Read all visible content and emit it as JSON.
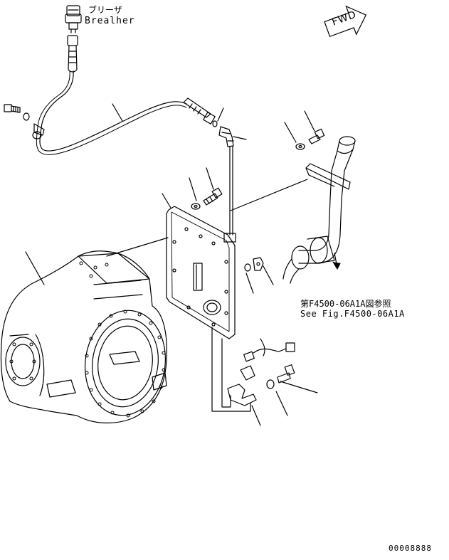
{
  "breather": {
    "label_jp": "ブリーザ",
    "label_en": "Brealher"
  },
  "fwd_arrow": {
    "text": "FWD"
  },
  "reference": {
    "line_jp": "第F4500-06A1A図参照",
    "line_en": "See Fig.F4500-06A1A"
  },
  "drawing_number": "00008888",
  "colors": {
    "line": "#000000",
    "background": "#ffffff"
  }
}
